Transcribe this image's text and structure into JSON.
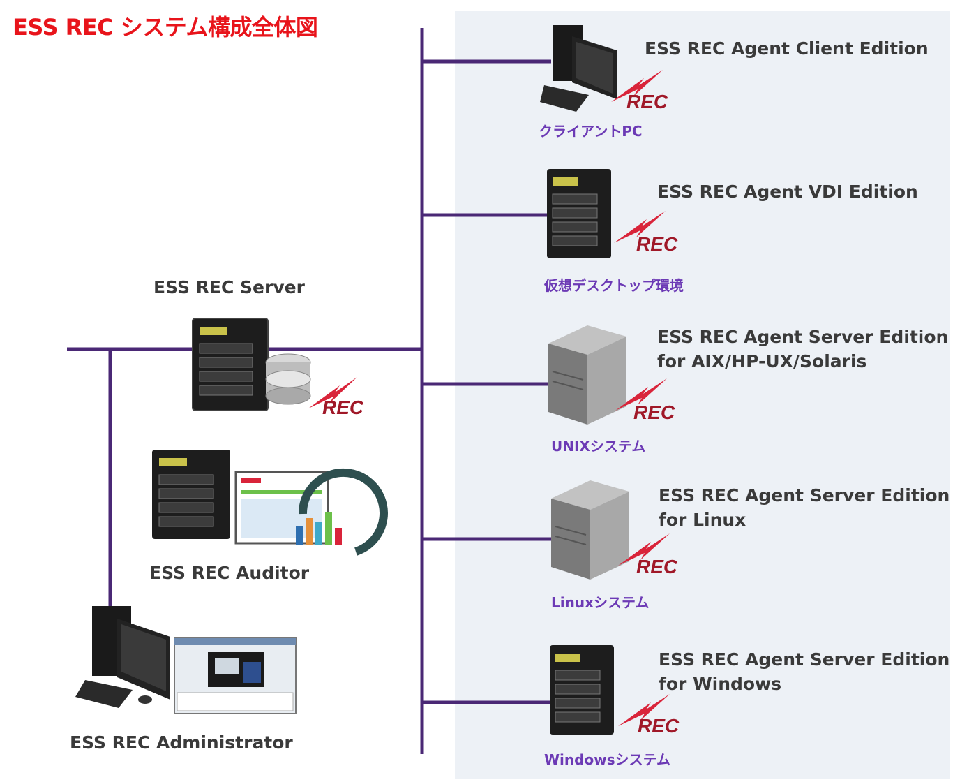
{
  "title": "ESS REC システム構成全体図",
  "rec_mark": "REC",
  "server": {
    "label": "ESS REC Server"
  },
  "auditor": {
    "label": "ESS REC Auditor"
  },
  "administrator": {
    "label": "ESS REC Administrator"
  },
  "agents": [
    {
      "line1": "ESS REC Agent Client Edition",
      "line2": "",
      "sub": "クライアントPC",
      "device": "desktop-pc"
    },
    {
      "line1": "ESS REC Agent VDI Edition",
      "line2": "",
      "sub": "仮想デスクトップ環境",
      "device": "nas-server"
    },
    {
      "line1": "ESS REC Agent Server Edition",
      "line2": "for AIX/HP-UX/Solaris",
      "sub": "UNIXシステム",
      "device": "tower-server"
    },
    {
      "line1": "ESS REC Agent Server Edition",
      "line2": "for Linux",
      "sub": "Linuxシステム",
      "device": "tower-server"
    },
    {
      "line1": "ESS REC Agent Server Edition",
      "line2": "for Windows",
      "sub": "Windowsシステム",
      "device": "nas-server"
    }
  ],
  "colors": {
    "title": "#e8141b",
    "network_line": "#4a2875",
    "rec_mark": "#a01828",
    "sub_label": "#6c3ab5",
    "panel_bg": "#edf1f6"
  }
}
